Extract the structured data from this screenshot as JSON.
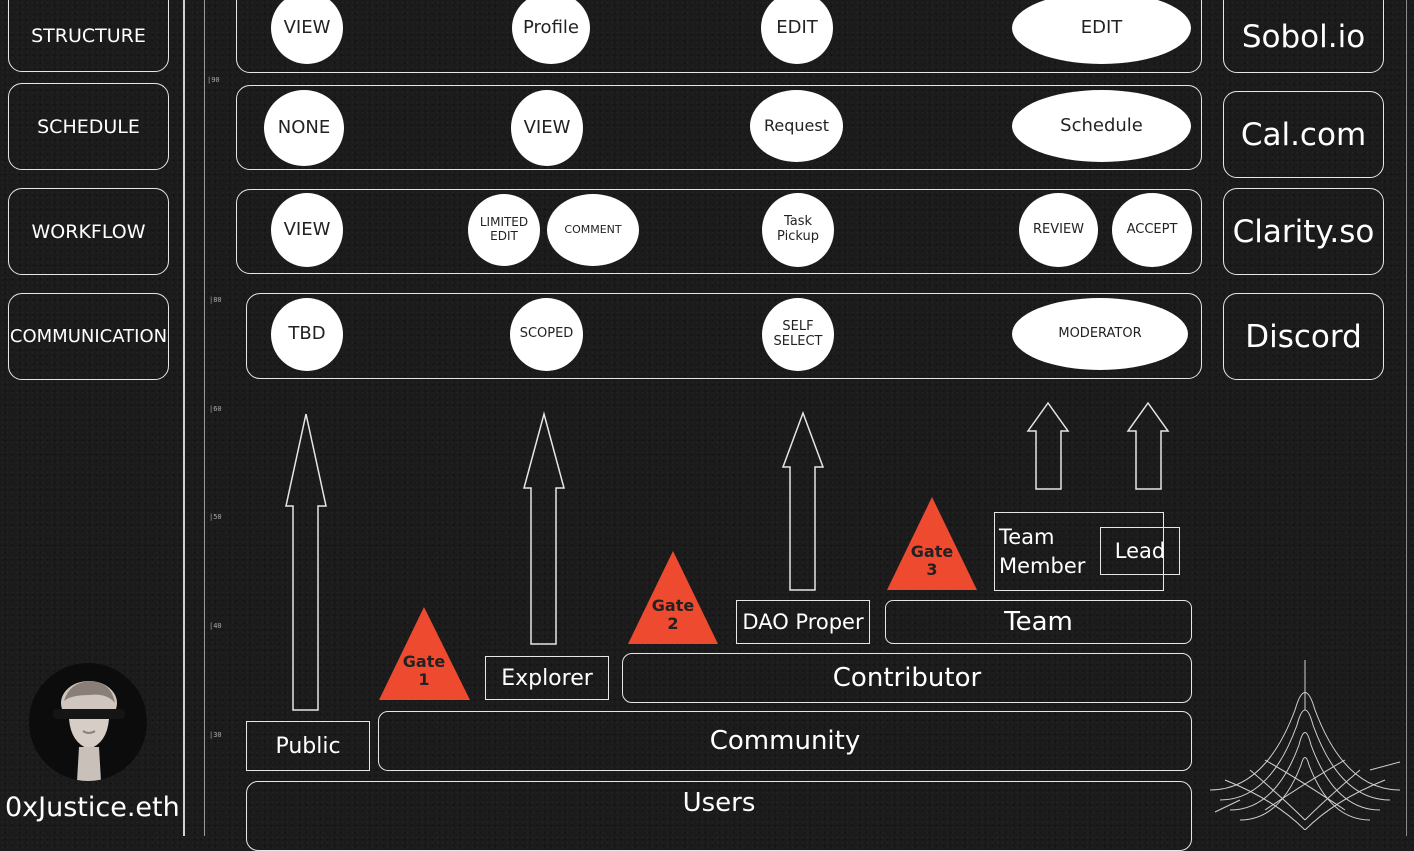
{
  "categories": {
    "structure": "STRUCTURE",
    "schedule": "SCHEDULE",
    "workflow": "WORKFLOW",
    "communication": "COMMUNICATION"
  },
  "tools": {
    "structure": "Sobol.io",
    "schedule": "Cal.com",
    "workflow": "Clarity.so",
    "communication": "Discord"
  },
  "permissions": {
    "structure": [
      "VIEW",
      "Profile",
      "EDIT",
      "EDIT"
    ],
    "schedule": [
      "NONE",
      "VIEW",
      "Request",
      "Schedule"
    ],
    "workflow": [
      "VIEW",
      "LIMITED EDIT",
      "COMMENT",
      "Task Pickup",
      "REVIEW",
      "ACCEPT"
    ],
    "communication": [
      "TBD",
      "SCOPED",
      "SELF SELECT",
      "MODERATOR"
    ]
  },
  "roles": {
    "users": "Users",
    "public": "Public",
    "community": "Community",
    "explorer": "Explorer",
    "contributor": "Contributor",
    "dao_proper": "DAO Proper",
    "team": "Team",
    "team_member": "Team Member",
    "lead": "Lead"
  },
  "gates": [
    {
      "word": "Gate",
      "num": "1"
    },
    {
      "word": "Gate",
      "num": "2"
    },
    {
      "word": "Gate",
      "num": "3"
    }
  ],
  "author": {
    "handle": "0xJustice.eth",
    "avatar_icon": "statue-head-avatar-icon"
  },
  "colors": {
    "gate": "#ee4a2f",
    "background": "#1b1b1b",
    "line": "#e6e6e6"
  }
}
